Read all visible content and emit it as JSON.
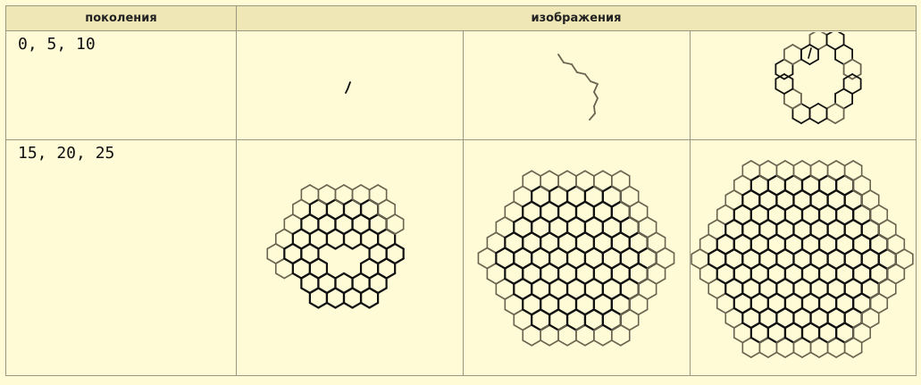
{
  "table": {
    "headers": {
      "generations": "поколения",
      "images": "изображения"
    },
    "rows": [
      {
        "generations": "0, 5, 10"
      },
      {
        "generations": "15, 20, 25"
      }
    ]
  },
  "colors": {
    "background": "#fefbd6",
    "header_background": "#efe7b5",
    "border": "#9a977e",
    "line": "#111111",
    "line_light": "#6a6450"
  },
  "images": [
    {
      "generation": 0,
      "content": "hexagonal-path-stub"
    },
    {
      "generation": 5,
      "content": "zigzag-chain"
    },
    {
      "generation": 10,
      "content": "hexagon-ring-small"
    },
    {
      "generation": 15,
      "content": "honeycomb-spiral"
    },
    {
      "generation": 20,
      "content": "honeycomb-disk"
    },
    {
      "generation": 25,
      "content": "honeycomb-disk-large"
    }
  ]
}
